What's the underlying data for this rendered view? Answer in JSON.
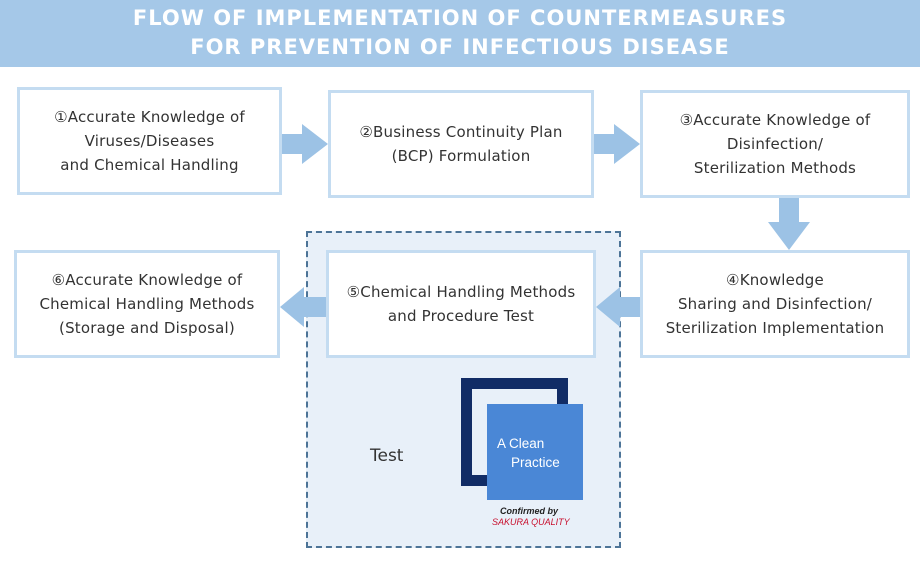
{
  "header": {
    "line1": "FLOW OF IMPLEMENTATION OF COUNTERMEASURES",
    "line2": "FOR PREVENTION OF INFECTIOUS DISEASE"
  },
  "steps": [
    {
      "lines": [
        "①Accurate Knowledge of",
        "Viruses/Diseases",
        "and Chemical Handling"
      ]
    },
    {
      "lines": [
        "②Business Continuity Plan",
        "(BCP) Formulation"
      ]
    },
    {
      "lines": [
        "③Accurate Knowledge of",
        "Disinfection/",
        "Sterilization Methods"
      ]
    },
    {
      "lines": [
        "④Knowledge",
        "Sharing and Disinfection/",
        "Sterilization Implementation"
      ]
    },
    {
      "lines": [
        "⑤Chemical Handling Methods",
        "and Procedure Test"
      ]
    },
    {
      "lines": [
        "⑥Accurate Knowledge of",
        "Chemical Handling Methods",
        "(Storage and Disposal)"
      ]
    }
  ],
  "test_area": {
    "label": "Test",
    "logo": {
      "line1": "A Clean",
      "line2": "Practice",
      "confirmed_by": "Confirmed by",
      "brand": "SAKURA QUALITY"
    }
  },
  "colors": {
    "header_bg": "#a5c8e8",
    "arrow": "#9cc2e5",
    "box_border": "#c4dcf1",
    "test_area_bg": "#e8f0f9",
    "test_area_border": "#4d7497",
    "logo_dark": "#112c66",
    "logo_light": "#4a87d6",
    "brand_red": "#c8102e"
  }
}
